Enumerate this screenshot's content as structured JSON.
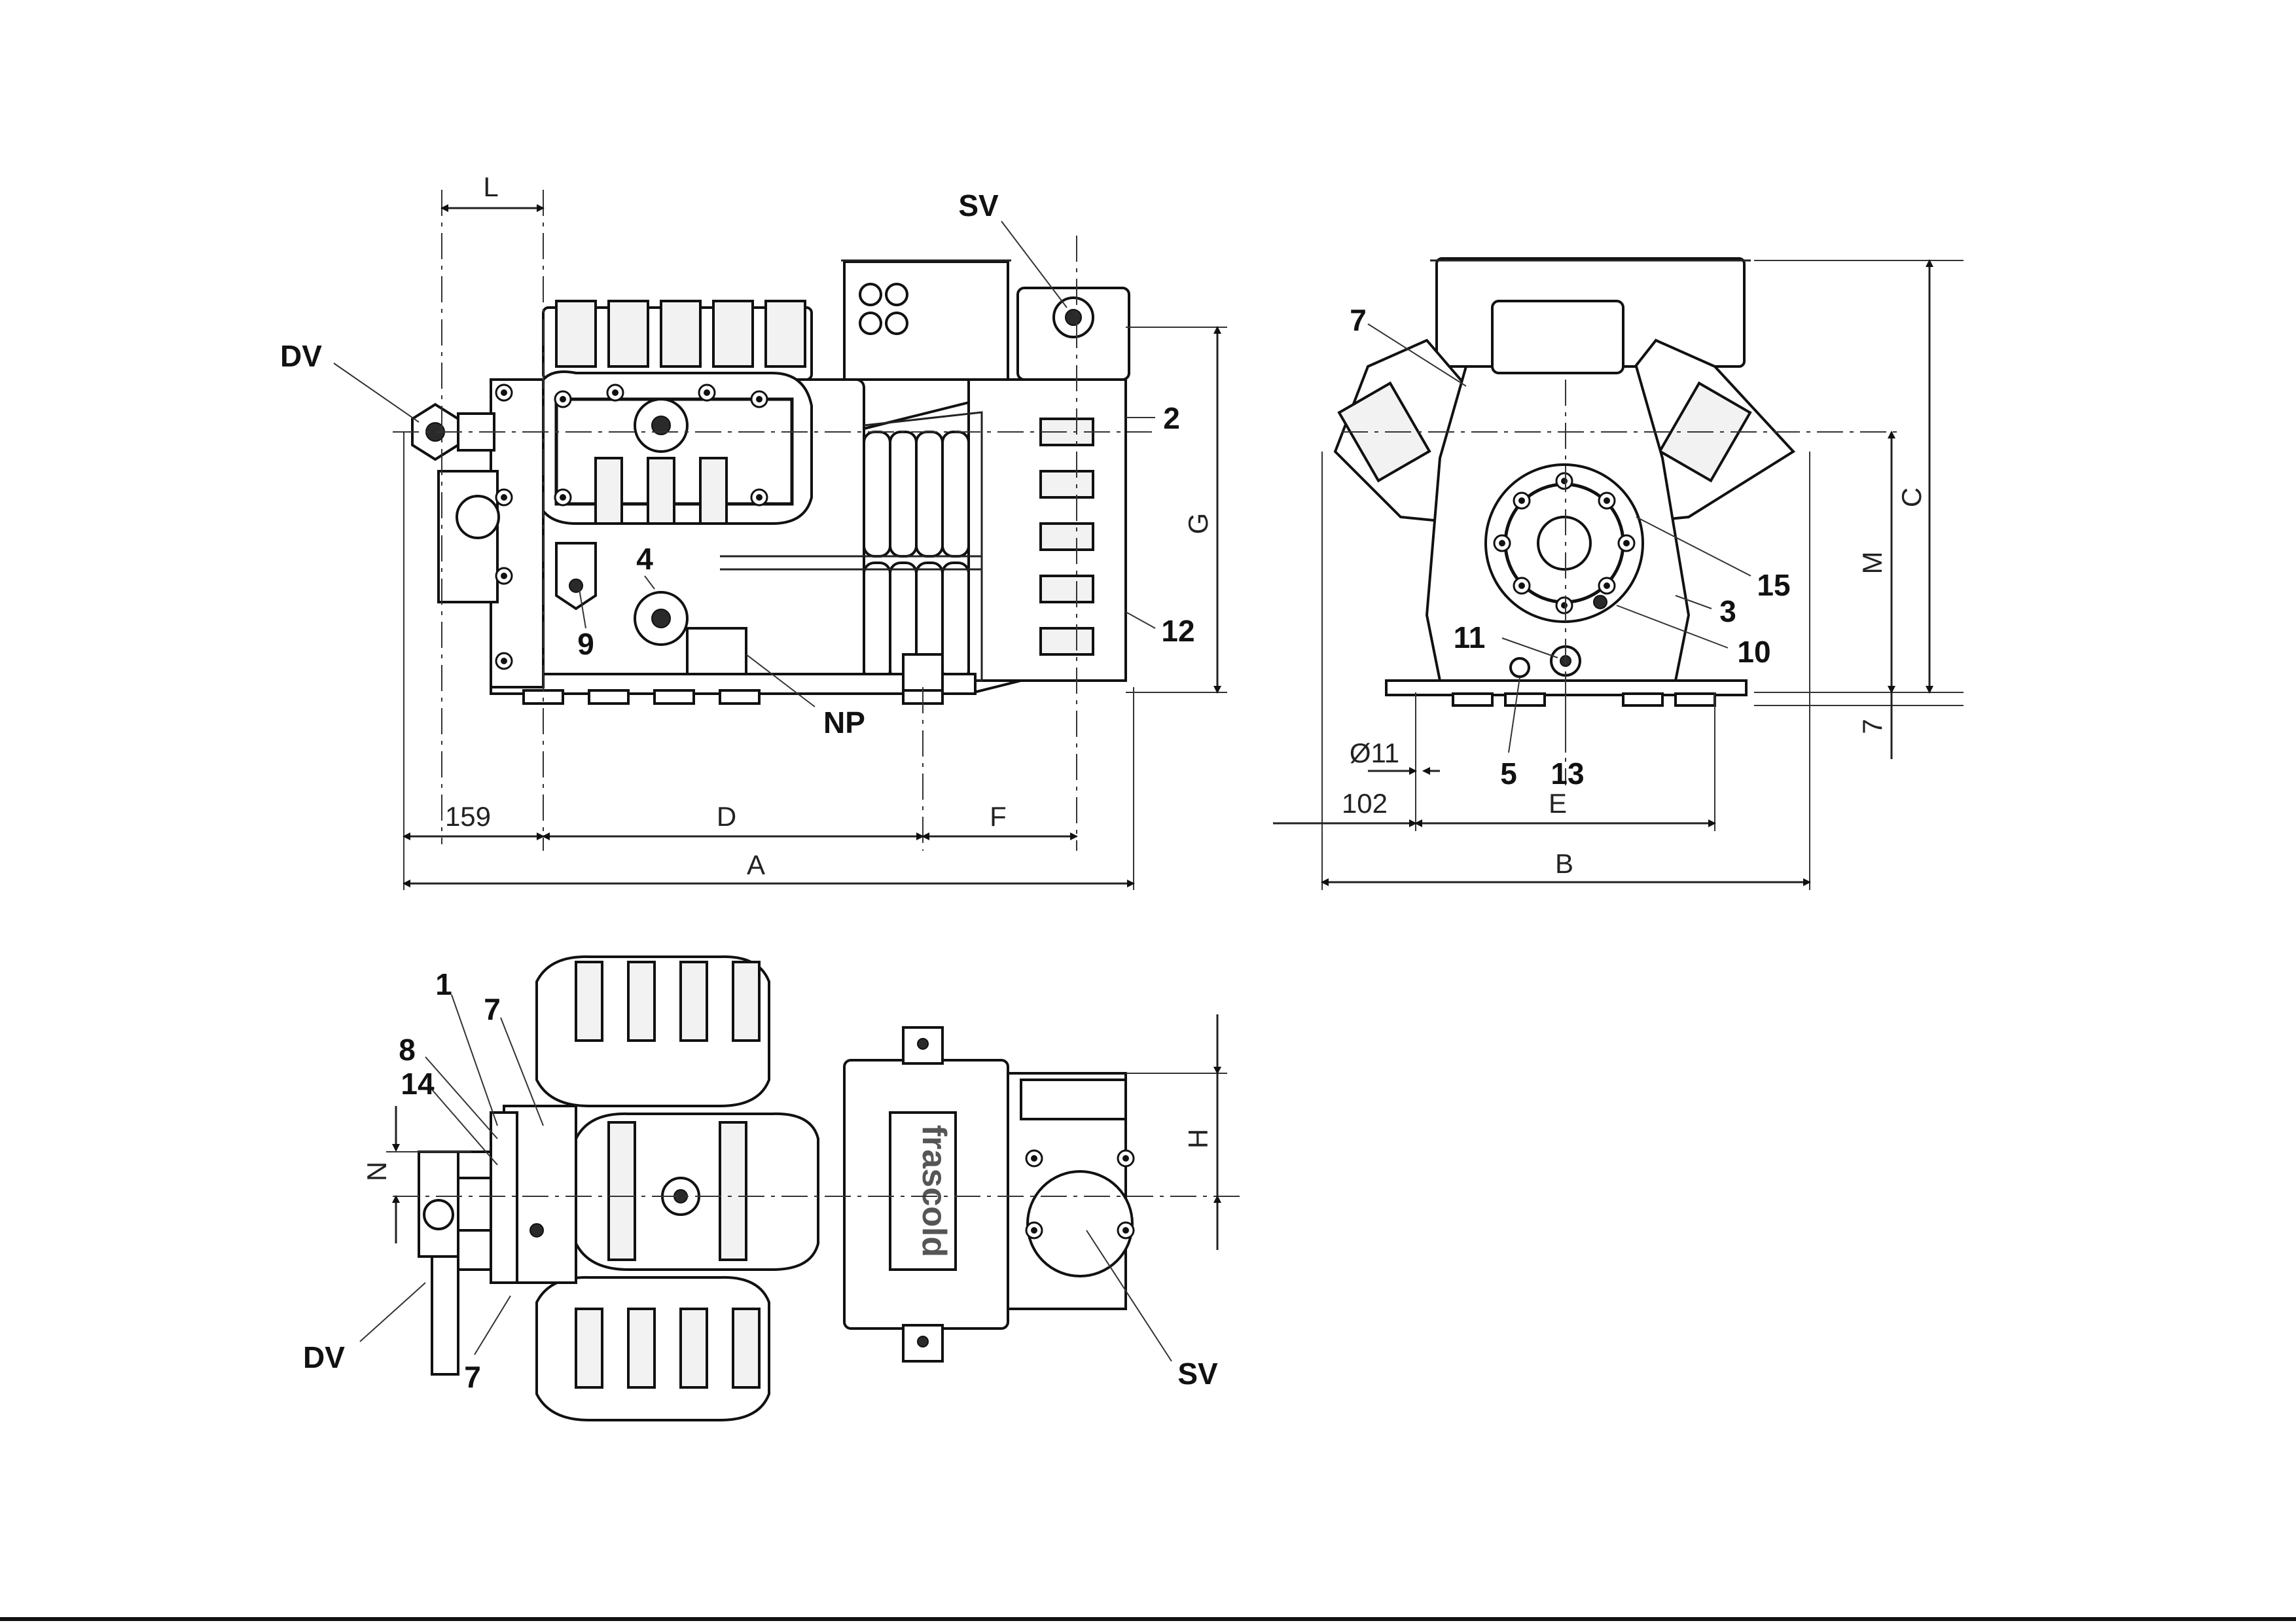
{
  "callouts": {
    "side_view": {
      "dv": "DV",
      "sv": "SV",
      "n2": "2",
      "n4": "4",
      "n9": "9",
      "n12": "12",
      "np": "NP"
    },
    "end_view": {
      "n7": "7",
      "n15": "15",
      "n3": "3",
      "n10": "10",
      "n11": "11",
      "n5": "5",
      "n13": "13"
    },
    "top_view": {
      "n1": "1",
      "n7a": "7",
      "n8": "8",
      "n14": "14",
      "dv": "DV",
      "n7b": "7",
      "sv": "SV"
    }
  },
  "dimensions": {
    "side_view": {
      "L": "L",
      "G": "G",
      "d159": "159",
      "D": "D",
      "F": "F",
      "A": "A"
    },
    "end_view": {
      "C": "C",
      "M": "M",
      "d7": "7",
      "o11": "Ø11",
      "d102": "102",
      "E": "E",
      "B": "B"
    },
    "top_view": {
      "N": "N",
      "H": "H"
    }
  },
  "brand": "frascold"
}
